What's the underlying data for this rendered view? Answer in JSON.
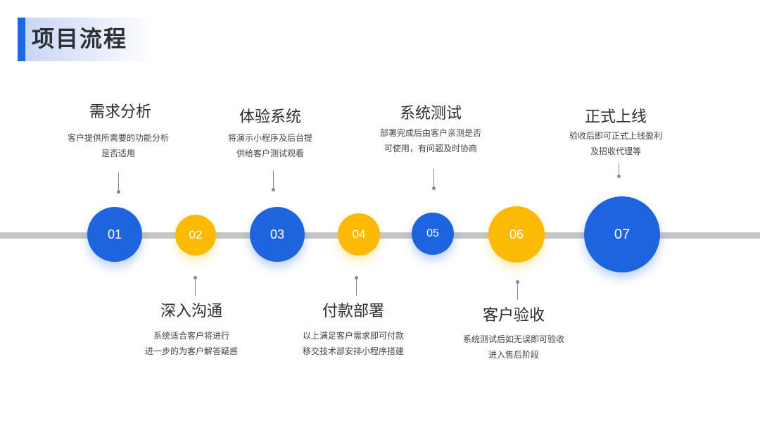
{
  "header": {
    "title": "项目流程"
  },
  "colors": {
    "blue": "#1f64df",
    "yellow": "#fcba05",
    "timeline": "#c6c6c6",
    "accent_bar": "#1a66e3"
  },
  "steps": [
    {
      "num": "01",
      "title": "需求分析",
      "desc": [
        "客户提供所需要的功能分析",
        "是否适用"
      ]
    },
    {
      "num": "02",
      "title": "深入沟通",
      "desc": [
        "系统适合客户将进行",
        "进一步的为客户解答疑惑"
      ]
    },
    {
      "num": "03",
      "title": "体验系统",
      "desc": [
        "将演示小程序及后台提",
        "供给客户测试观看"
      ]
    },
    {
      "num": "04",
      "title": "付款部署",
      "desc": [
        "以上满足客户需求即可付款",
        "移交技术部安排小程序搭建"
      ]
    },
    {
      "num": "05",
      "title": "系统测试",
      "desc": [
        "部署完成后由客户亲测是否",
        "可使用，有问题及时协商"
      ]
    },
    {
      "num": "06",
      "title": "客户验收",
      "desc": [
        "系统测试后如无误即可验收",
        "进入售后阶段"
      ]
    },
    {
      "num": "07",
      "title": "正式上线",
      "desc": [
        "验收后即可正式上线盈利",
        "及招收代理等"
      ]
    }
  ]
}
